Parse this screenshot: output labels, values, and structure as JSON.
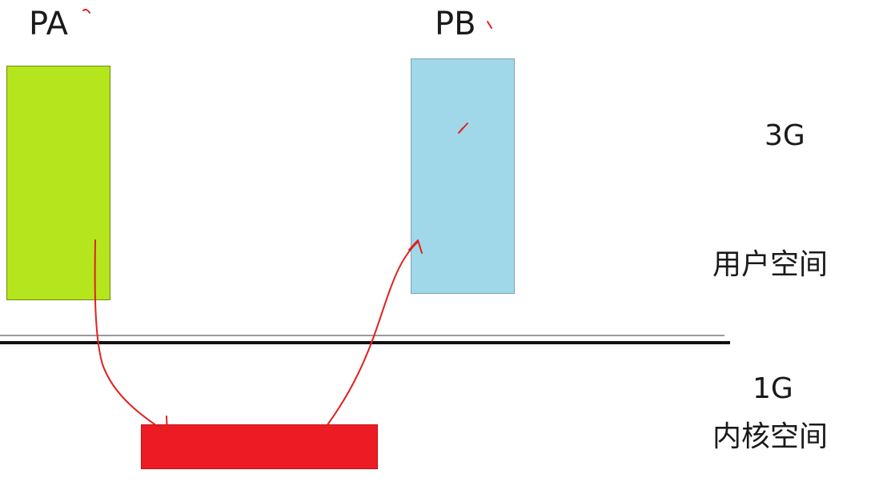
{
  "labels": {
    "pa": "PA",
    "pb": "PB",
    "user_size": "3G",
    "user_space": "用户空间",
    "kernel_size": "1G",
    "kernel_space": "内核空间"
  },
  "colors": {
    "process_a": "#b5e61d",
    "process_b": "#a0d8e9",
    "kernel_buffer": "#ed1c24",
    "arrow": "#e0211d",
    "text": "#1a1a1a"
  }
}
